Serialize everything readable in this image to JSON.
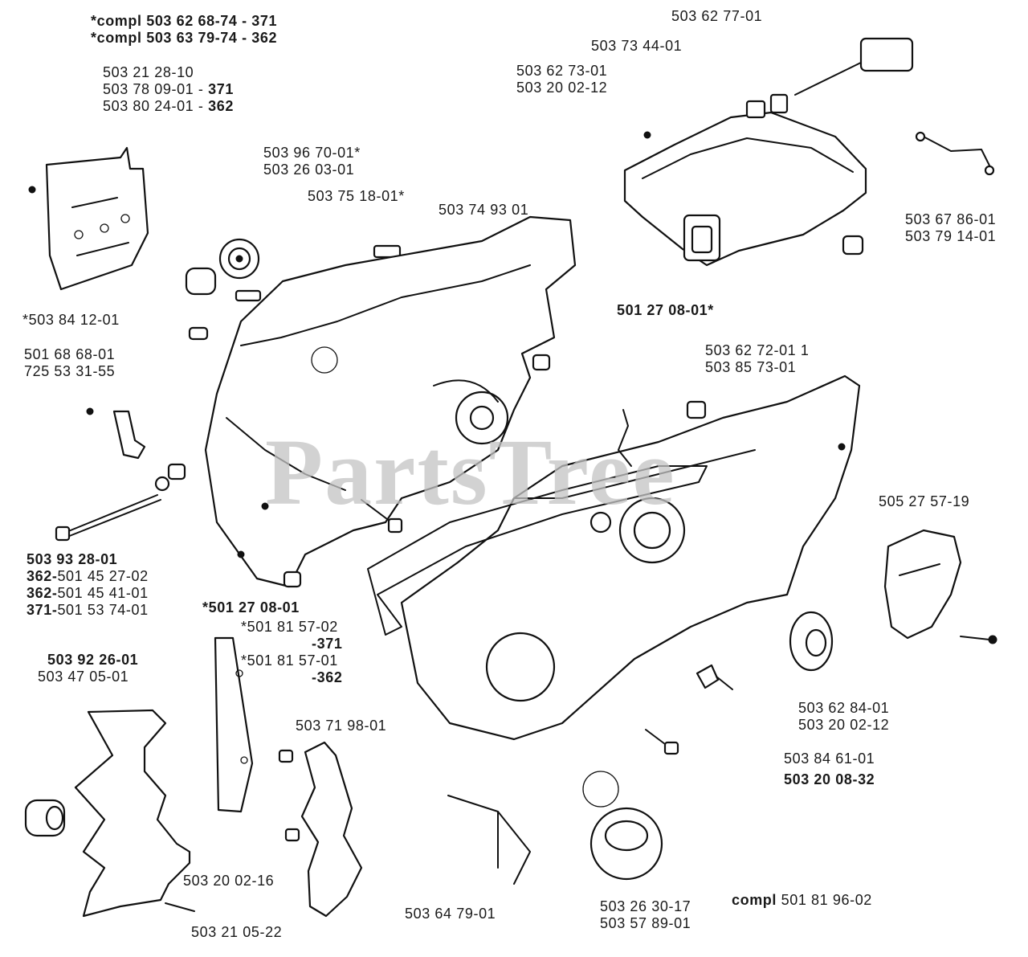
{
  "watermark": "PartsTree",
  "labels": {
    "l1": {
      "a": "*compl 503 62 68-74 - 371",
      "b": "*compl 503 63 79-74 - 362"
    },
    "l2": {
      "a": "503 21 28-10",
      "b1": "503 78 09-01 - ",
      "b2": "371",
      "c1": "503 80 24-01 - ",
      "c2": "362"
    },
    "l3": {
      "a": "503 96 70-01*",
      "b": "503 26 03-01"
    },
    "l4": "503 75 18-01*",
    "l5": "503 74 93 01",
    "l6": "503 62 77-01",
    "l7": "503 73 44-01",
    "l8": {
      "a": "503 62 73-01",
      "b": "503 20 02-12"
    },
    "l9": {
      "a": "503 67 86-01",
      "b": "503 79 14-01"
    },
    "l10": "*503 84 12-01",
    "l11": "501 27 08-01*",
    "l12": {
      "a": "501 68 68-01",
      "b": "725 53 31-55"
    },
    "l13": {
      "a": "503 62 72-01 1",
      "b": "503 85 73-01"
    },
    "l14": "505 27 57-19",
    "l15": {
      "a": "503 93 28-01",
      "b1": "362-",
      "b2": "501 45 27-02",
      "c1": "362-",
      "c2": "501 45 41-01",
      "d1": "371-",
      "d2": "501 53 74-01"
    },
    "l16": "*501 27 08-01",
    "l17": {
      "a": "*501 81 57-02",
      "b": "-371",
      "c": "*501 81 57-01",
      "d": "-362"
    },
    "l18": {
      "a": "503 92 26-01",
      "b": "503 47 05-01"
    },
    "l19": "503 71 98-01",
    "l20": {
      "a": "503 62 84-01",
      "b": "503 20 02-12"
    },
    "l21": {
      "a": "503 84 61-01",
      "b": "503 20 08-32"
    },
    "l22": "503 20 02-16",
    "l23": "503 21 05-22",
    "l24": "503 64 79-01",
    "l25": {
      "a": "503 26 30-17",
      "b": "503 57 89-01"
    },
    "l26": {
      "a": "compl",
      "b": "501 81 96-02"
    }
  }
}
